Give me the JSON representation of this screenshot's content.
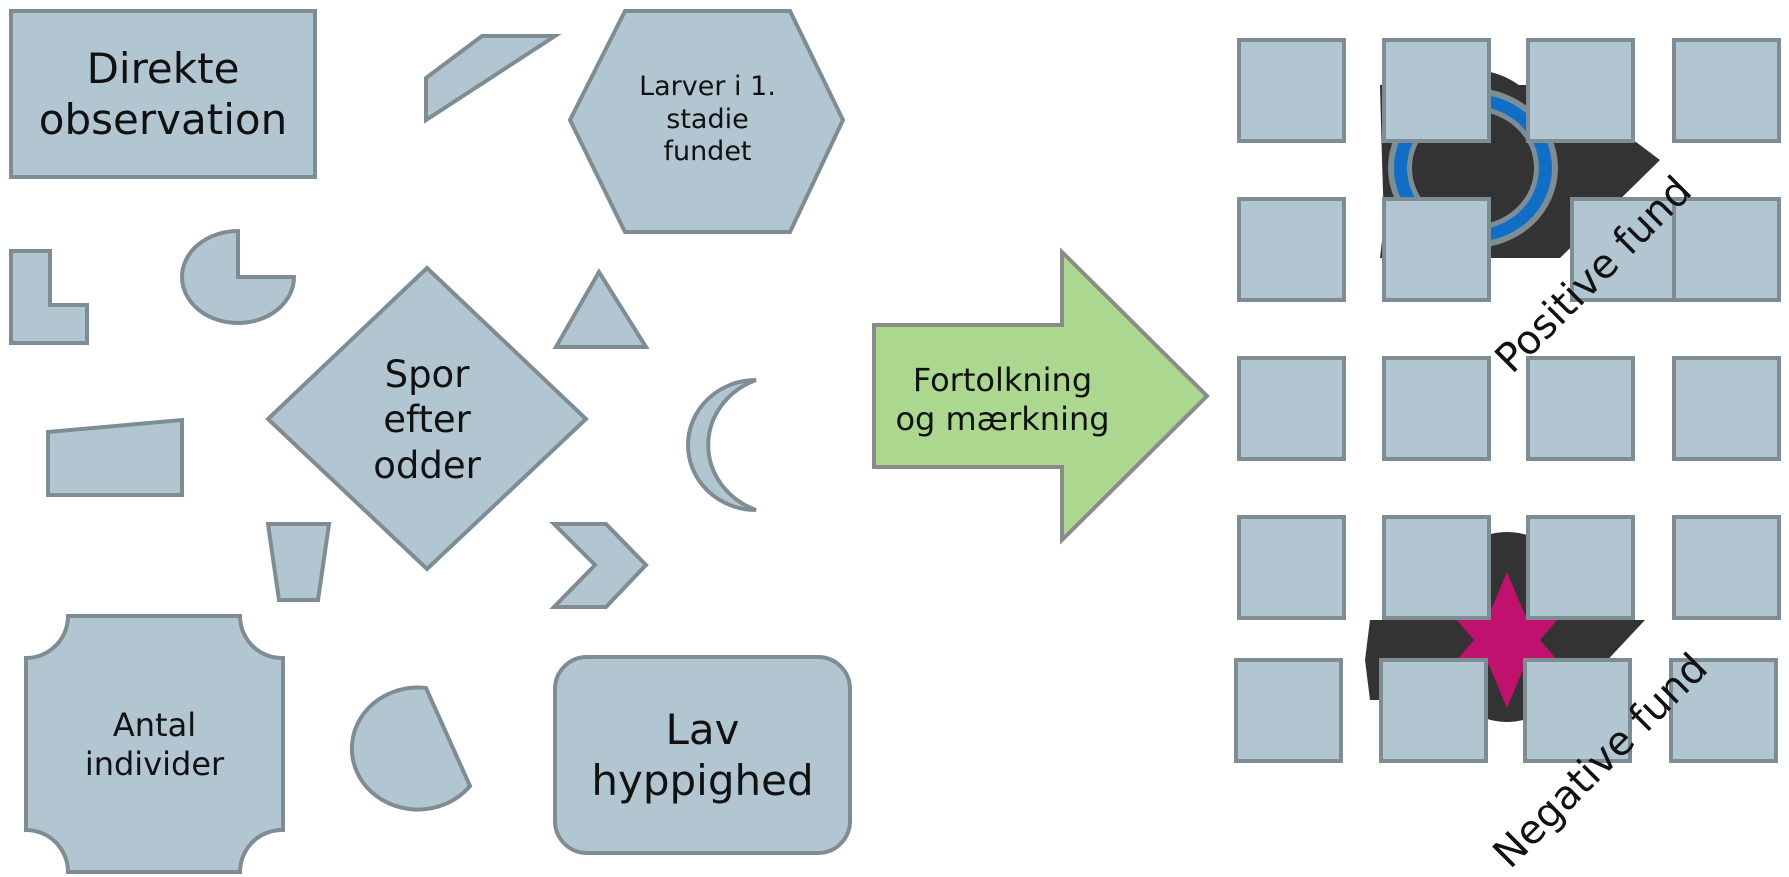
{
  "colors": {
    "shape_fill": "#b1c6d1",
    "shape_stroke": "#7e8d94",
    "arrow_fill": "#acd78f",
    "arrow_stroke": "#8b8b8b",
    "eye_dark": "#333333",
    "ring_blue": "#0f6fc6",
    "star_magenta": "#c0116e"
  },
  "labels": {
    "direct_observation": "Direkte\nobservation",
    "larvae_found": "Larver i 1.\nstadie\nfundet",
    "otter_tracks": "Spor\nefter\nodder",
    "individual_count": "Antal\nindivider",
    "low_frequency": "Lav\nhyppighed",
    "interpretation_arrow": "Fortolkning\nog mærkning",
    "positive_find": "Positive fund",
    "negative_find": "Negative fund"
  },
  "icons": {
    "positive": "eye-ring-icon",
    "negative": "eye-star-icon"
  }
}
